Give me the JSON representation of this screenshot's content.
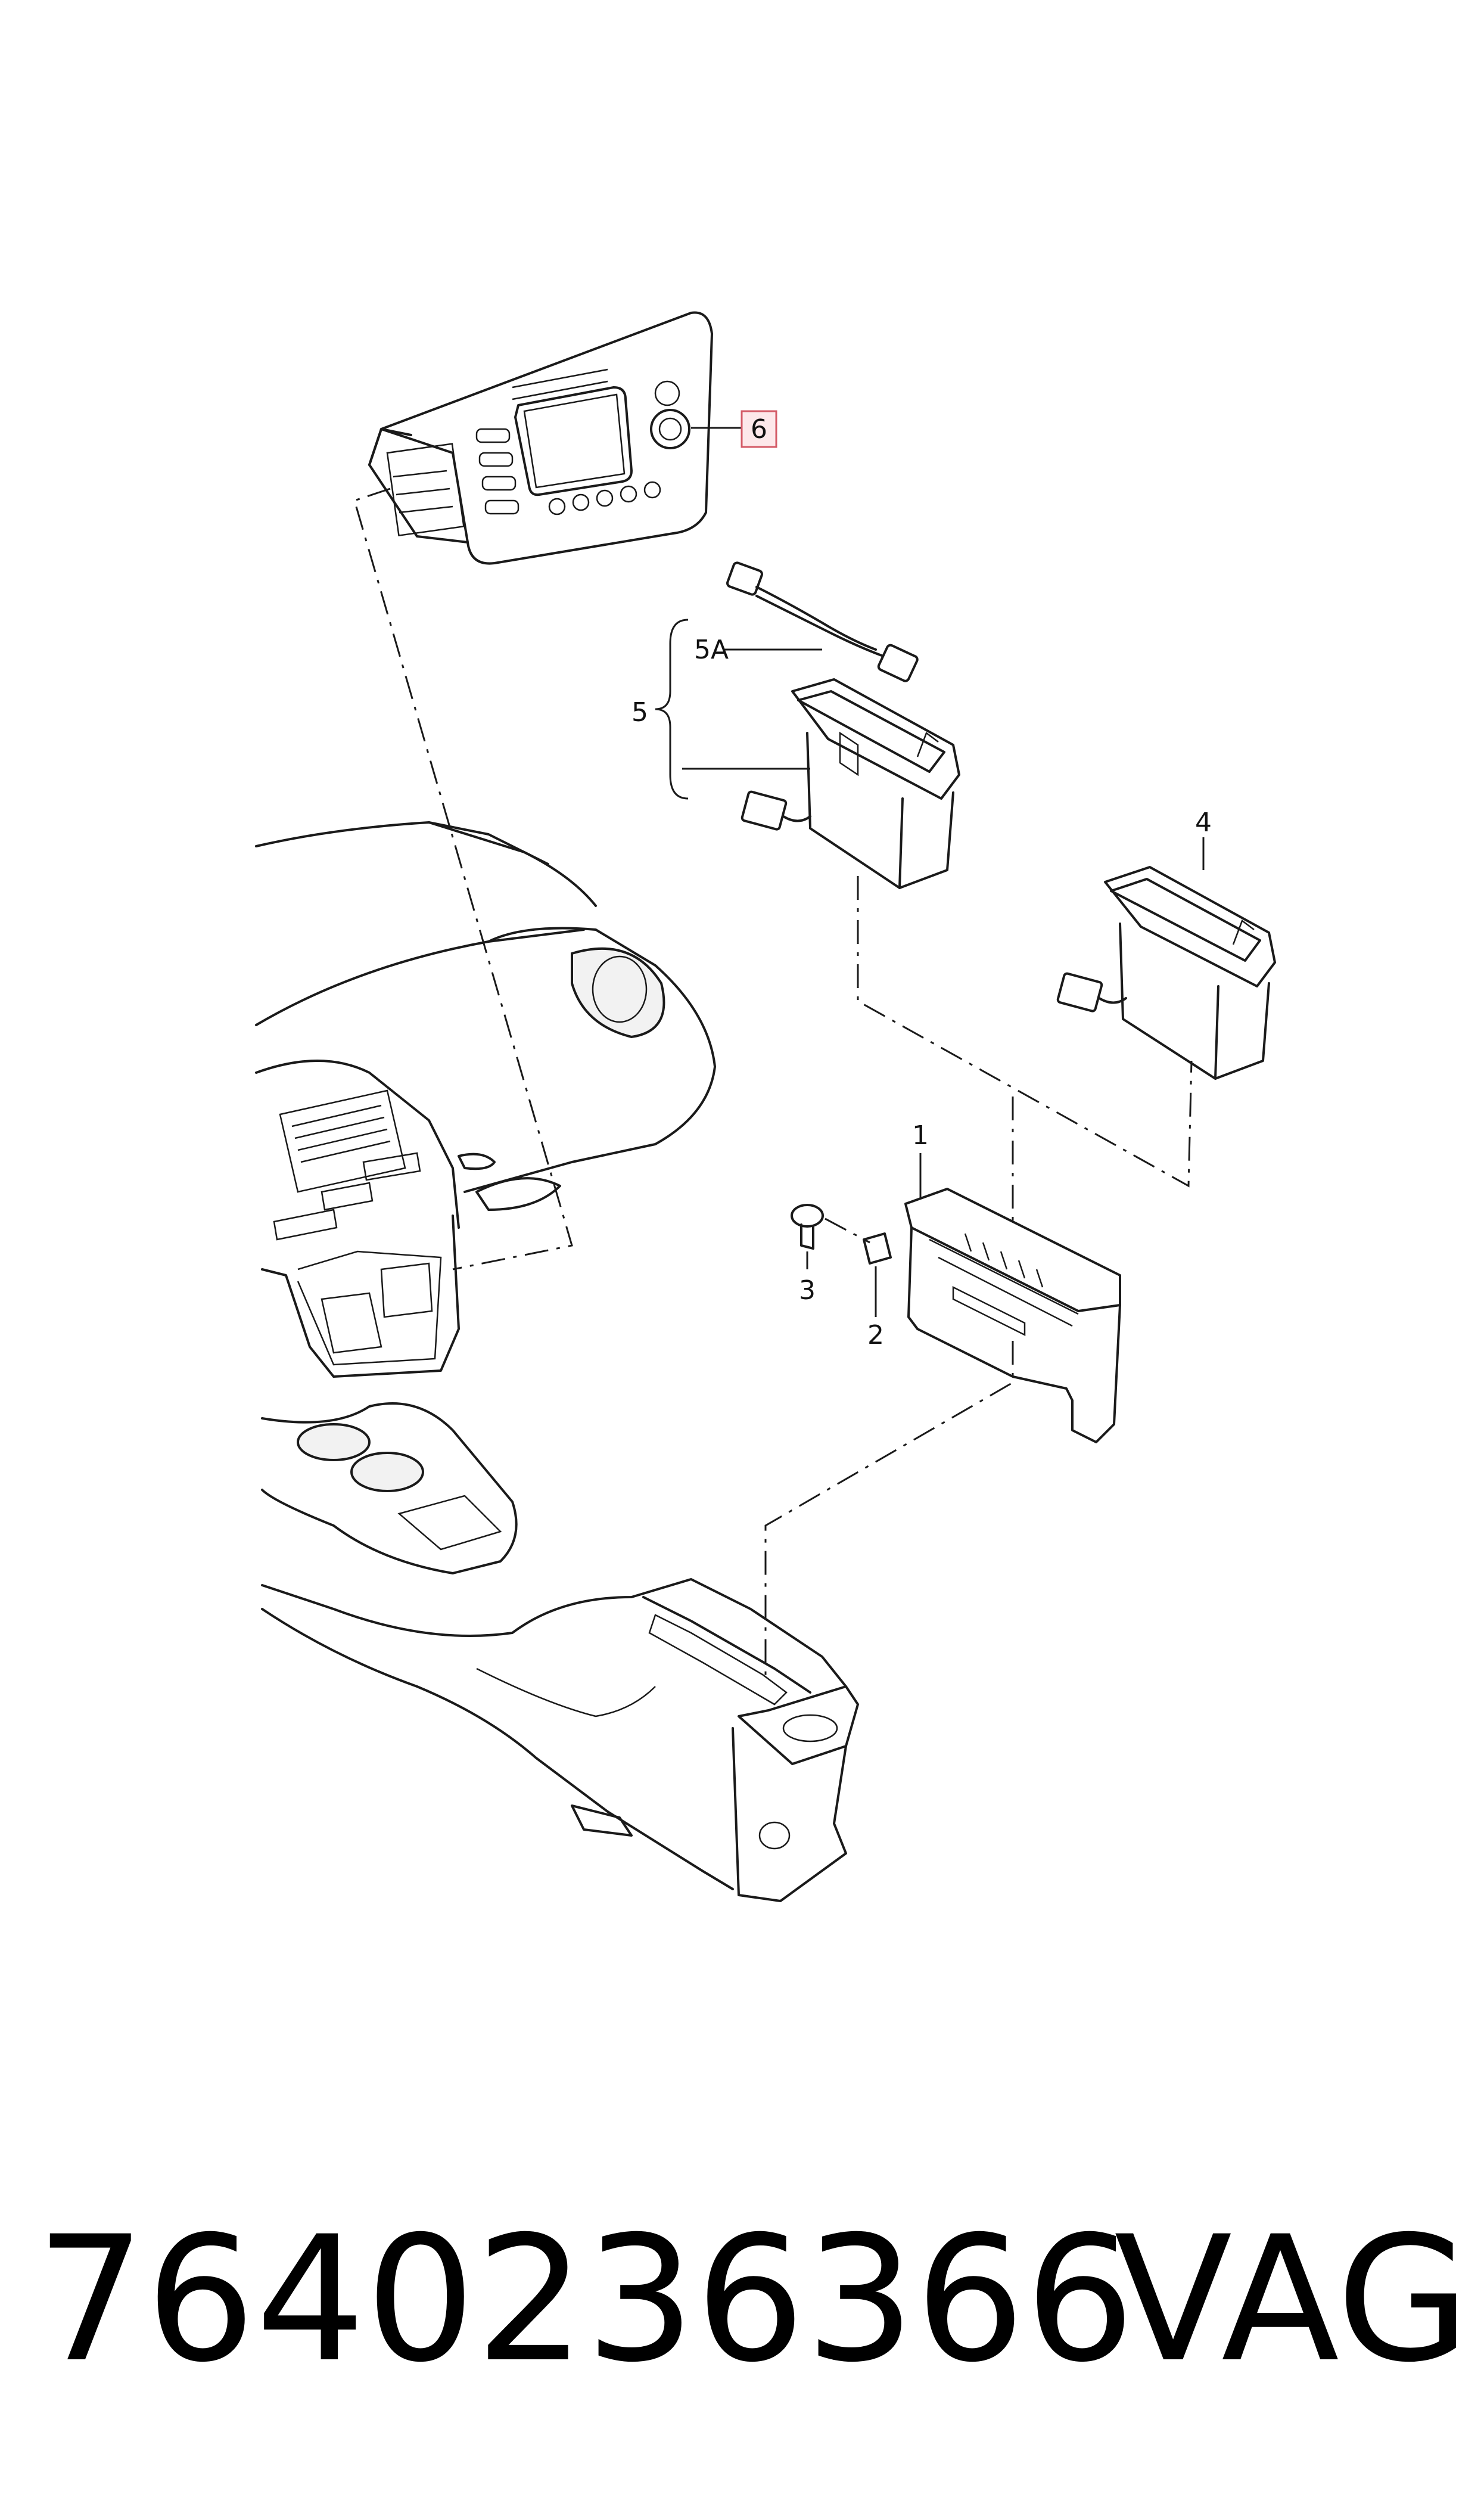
{
  "callouts": {
    "c1": "1",
    "c2": "2",
    "c3": "3",
    "c4": "4",
    "c5": "5",
    "c5a": "5A",
    "c6": "6"
  },
  "footer": {
    "part_number": "7640236366",
    "brand": "VAG"
  },
  "colors": {
    "line": "#1a1a1a",
    "highlight_fill": "#fde8ea",
    "highlight_stroke": "#d35a66"
  }
}
